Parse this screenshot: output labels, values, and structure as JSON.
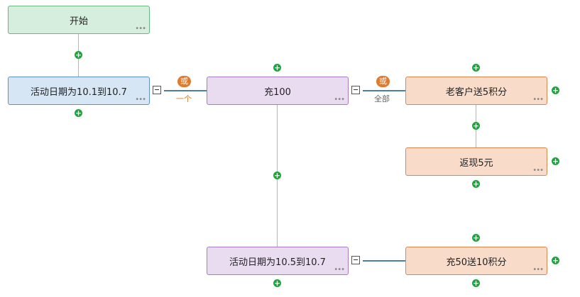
{
  "nodes": {
    "start": {
      "label": "开始"
    },
    "activity1": {
      "label": "活动日期为10.1到10.7"
    },
    "recharge100": {
      "label": "充100"
    },
    "old_customer": {
      "label": "老客户送5积分"
    },
    "cashback": {
      "label": "返现5元"
    },
    "activity2": {
      "label": "活动日期为10.5到10.7"
    },
    "recharge50": {
      "label": "充50送10积分"
    }
  },
  "connectors": {
    "c1": {
      "badge": "或",
      "sublabel": "一个"
    },
    "c2": {
      "badge": "或",
      "sublabel": "全部"
    }
  },
  "more_glyph": "•••",
  "plus_glyph": "+",
  "colors": {
    "start": "#d5eedd",
    "condition": "#d6e6f4",
    "branch": "#e9dcf1",
    "action": "#f8dbc9",
    "add": "#1fa33c",
    "badge": "#e07a2e",
    "connector": "#4a7fa0"
  }
}
